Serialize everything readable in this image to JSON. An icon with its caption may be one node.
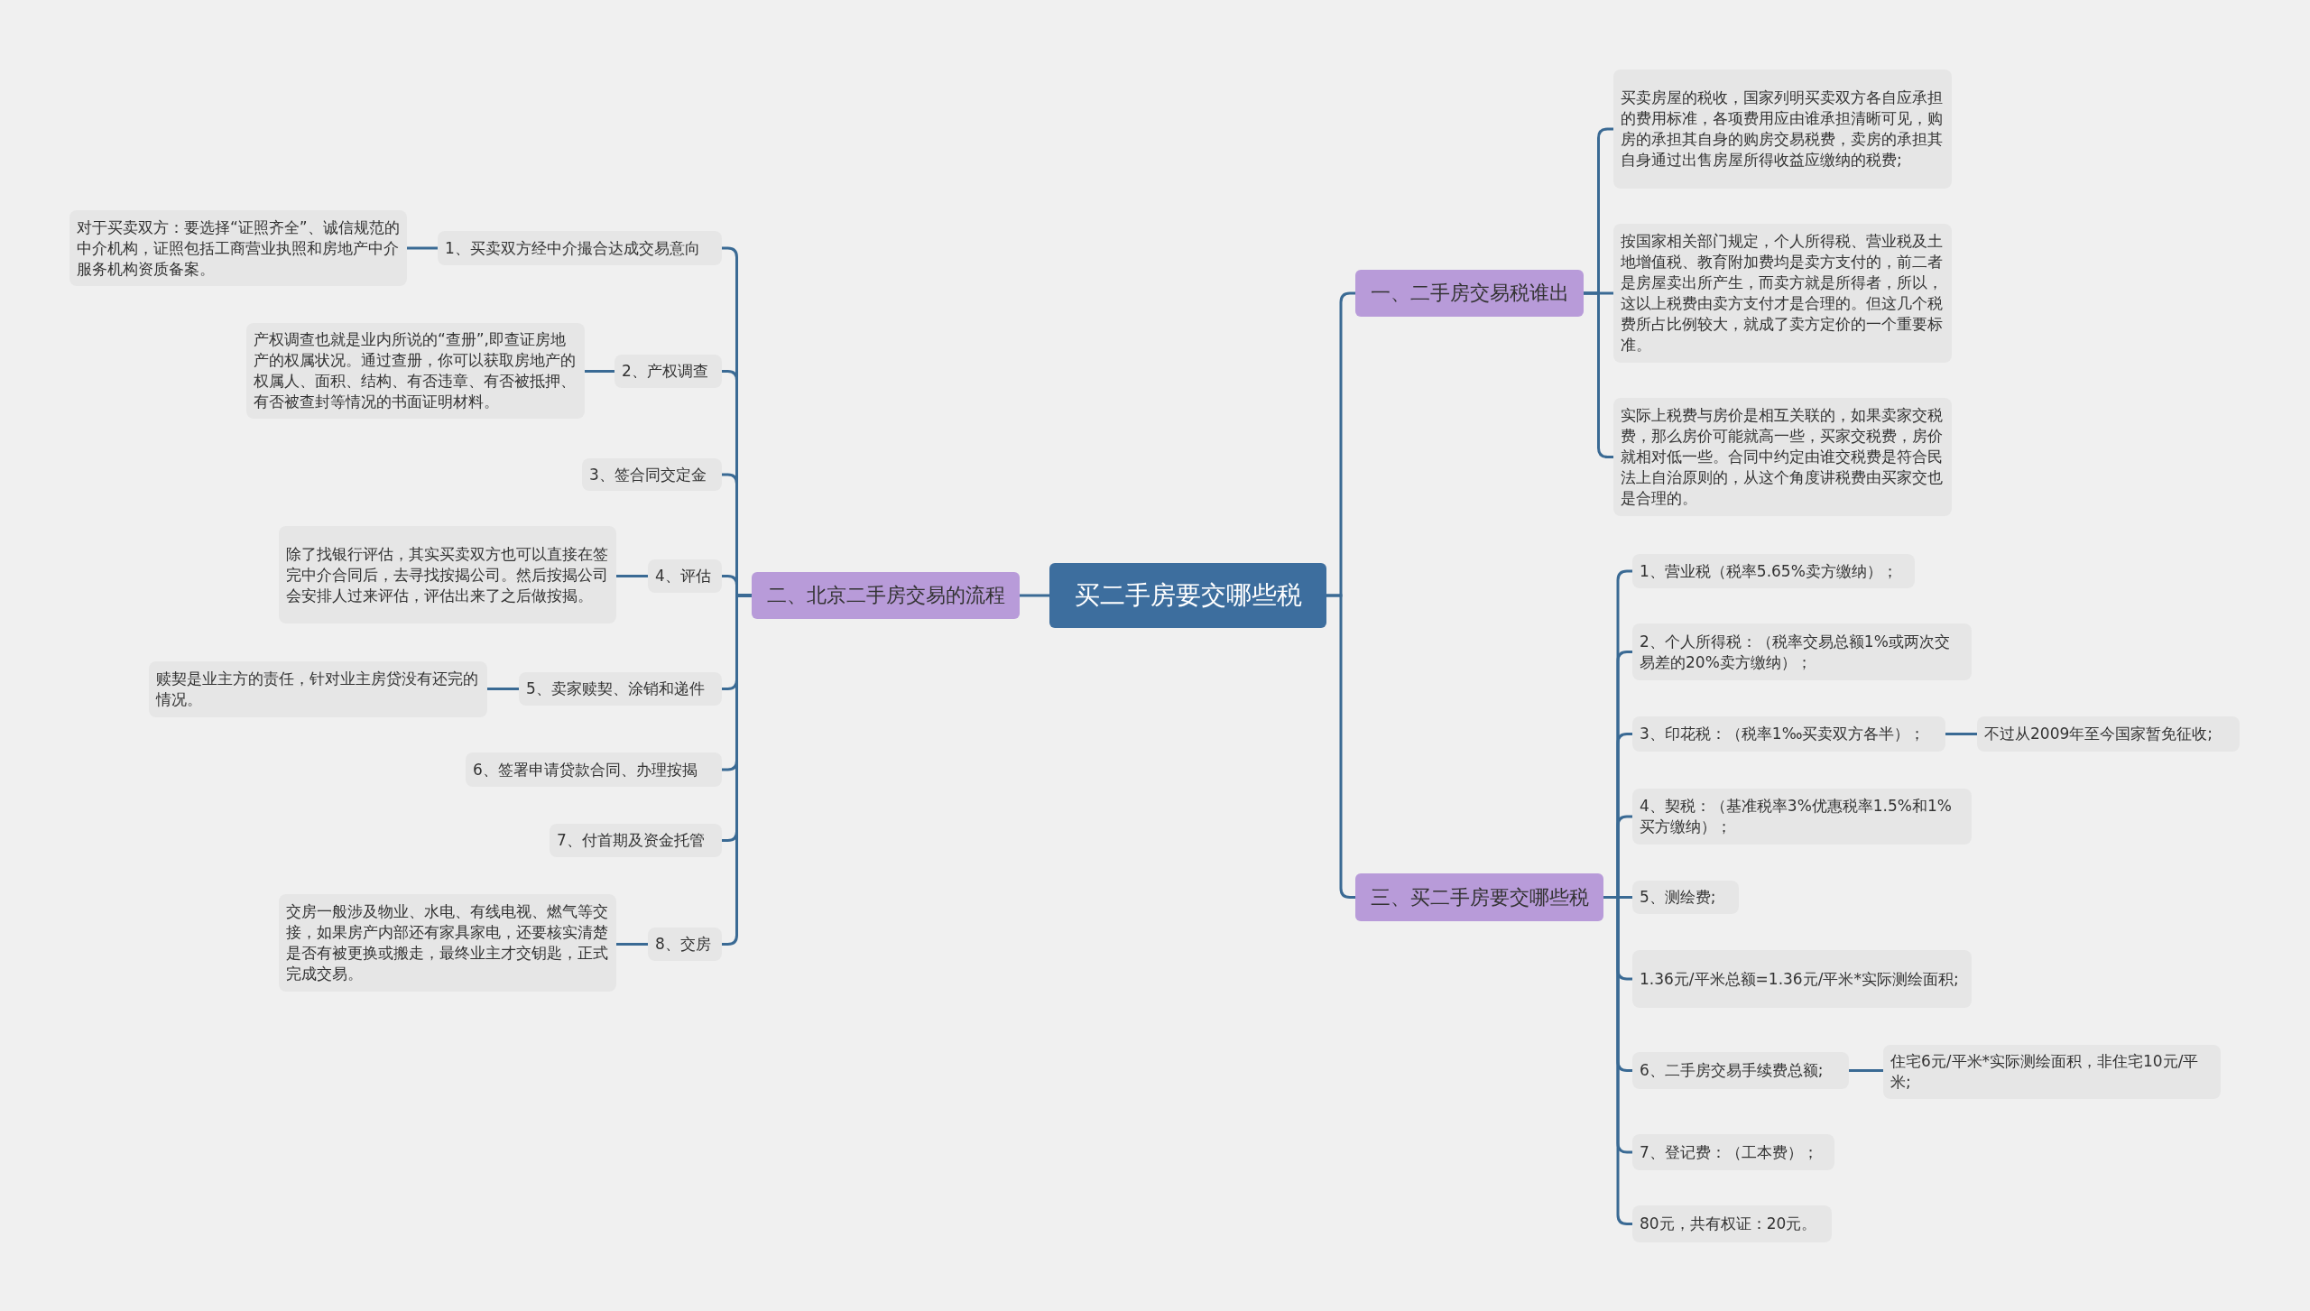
{
  "diagram": {
    "nodes": [
      {
        "text": [
          "买二手房要交哪些税"
        ]
      },
      {
        "text": [
          "一、二手房交易税谁出"
        ]
      },
      {
        "text": [
          "买卖房屋的税收，国家列明买卖双方各自应承担的费用标准，各项费用应由谁承担清晰可见，购房的承担其自身的购房交易税费，卖房的承担其自身通过出售房屋所得收益应缴纳的税费;"
        ]
      },
      {
        "text": [
          "按国家相关部门规定，个人所得税、营业税及土地增值税、教育附加费均是卖方支付的，前二者是房屋卖出所产生，而卖方就是所得者，所以，这以上税费由卖方支付才是合理的。但这几个税费所占比例较大，就成了卖方定价的一个重要标准。"
        ]
      },
      {
        "text": [
          "实际上税费与房价是相互关联的，如果卖家交税费，那么房价可能就高一些，买家交税费，房价就相对低一些。合同中约定由谁交税费是符合民法上自治原则的，从这个角度讲税费由买家交也是合理的。"
        ]
      },
      {
        "text": [
          "二、北京二手房交易的流程"
        ]
      },
      {
        "text": [
          "1、买卖双方经中介撮合达成交易意向"
        ]
      },
      {
        "text": [
          "对于买卖双方：要选择“证照齐全”、诚信规范的中介机构，证照包括工商营业执照和房地产中介服务机构资质备案。"
        ]
      },
      {
        "text": [
          "2、产权调查"
        ]
      },
      {
        "text": [
          "产权调查也就是业内所说的“查册”,即查证房地产的权属状况。通过查册，你可以获取房地产的权属人、面积、结构、有否违章、有否被抵押、有否被查封等情况的书面证明材料。"
        ]
      },
      {
        "text": [
          "3、签合同交定金"
        ]
      },
      {
        "text": [
          "4、评估"
        ]
      },
      {
        "text": [
          "除了找银行评估，其实买卖双方也可以直接在签完中介合同后，去寻找按揭公司。然后按揭公司会安排人过来评估，评估出来了之后做按揭。"
        ]
      },
      {
        "text": [
          "5、卖家赎契、涂销和递件"
        ]
      },
      {
        "text": [
          "赎契是业主方的责任，针对业主房贷没有还完的情况。"
        ]
      },
      {
        "text": [
          "6、签署申请贷款合同、办理按揭"
        ]
      },
      {
        "text": [
          "7、付首期及资金托管"
        ]
      },
      {
        "text": [
          "8、交房"
        ]
      },
      {
        "text": [
          "交房一般涉及物业、水电、有线电视、燃气等交接，如果房产内部还有家具家电，还要核实清楚是否有被更换或搬走，最终业主才交钥匙，正式完成交易。"
        ]
      },
      {
        "text": [
          "三、买二手房要交哪些税"
        ]
      },
      {
        "text": [
          "1、营业税（税率5.65%卖方缴纳）；"
        ]
      },
      {
        "text": [
          "2、个人所得税：（税率交易总额1%或两次交易差的20%卖方缴纳）；"
        ]
      },
      {
        "text": [
          "3、印花税：（税率1‰买卖双方各半）；"
        ]
      },
      {
        "text": [
          "不过从2009年至今国家暂免征收;"
        ]
      },
      {
        "text": [
          "4、契税：（基准税率3%优惠税率1.5%和1%买方缴纳）；"
        ]
      },
      {
        "text": [
          "5、测绘费;"
        ]
      },
      {
        "text": [
          "1.36元/平米总额=1.36元/平米*实际测绘面积;"
        ]
      },
      {
        "text": [
          "6、二手房交易手续费总额;"
        ]
      },
      {
        "text": [
          "住宅6元/平米*实际测绘面积，非住宅10元/平米;"
        ]
      },
      {
        "text": [
          "7、登记费：（工本费）；"
        ]
      },
      {
        "text": [
          "80元，共有权证：20元。"
        ]
      }
    ],
    "edges": [
      {
        "from": 0,
        "to": 1,
        "arrow": "none"
      },
      {
        "from": 0,
        "to": 5,
        "arrow": "none"
      },
      {
        "from": 0,
        "to": 19,
        "arrow": "none"
      },
      {
        "from": 1,
        "to": 2,
        "arrow": "none"
      },
      {
        "from": 1,
        "to": 3,
        "arrow": "none"
      },
      {
        "from": 1,
        "to": 4,
        "arrow": "none"
      },
      {
        "from": 5,
        "to": 6,
        "arrow": "none"
      },
      {
        "from": 6,
        "to": 7,
        "arrow": "none"
      },
      {
        "from": 5,
        "to": 8,
        "arrow": "none"
      },
      {
        "from": 8,
        "to": 9,
        "arrow": "none"
      },
      {
        "from": 5,
        "to": 10,
        "arrow": "none"
      },
      {
        "from": 5,
        "to": 11,
        "arrow": "none"
      },
      {
        "from": 11,
        "to": 12,
        "arrow": "none"
      },
      {
        "from": 5,
        "to": 13,
        "arrow": "none"
      },
      {
        "from": 13,
        "to": 14,
        "arrow": "none"
      },
      {
        "from": 5,
        "to": 15,
        "arrow": "none"
      },
      {
        "from": 5,
        "to": 16,
        "arrow": "none"
      },
      {
        "from": 5,
        "to": 17,
        "arrow": "none"
      },
      {
        "from": 17,
        "to": 18,
        "arrow": "none"
      },
      {
        "from": 19,
        "to": 20,
        "arrow": "none"
      },
      {
        "from": 19,
        "to": 21,
        "arrow": "none"
      },
      {
        "from": 19,
        "to": 22,
        "arrow": "none"
      },
      {
        "from": 22,
        "to": 23,
        "arrow": "none"
      },
      {
        "from": 19,
        "to": 24,
        "arrow": "none"
      },
      {
        "from": 19,
        "to": 25,
        "arrow": "none"
      },
      {
        "from": 19,
        "to": 26,
        "arrow": "none"
      },
      {
        "from": 19,
        "to": 27,
        "arrow": "none"
      },
      {
        "from": 27,
        "to": 28,
        "arrow": "none"
      },
      {
        "from": 19,
        "to": 29,
        "arrow": "none"
      },
      {
        "from": 19,
        "to": 30,
        "arrow": "none"
      }
    ]
  }
}
